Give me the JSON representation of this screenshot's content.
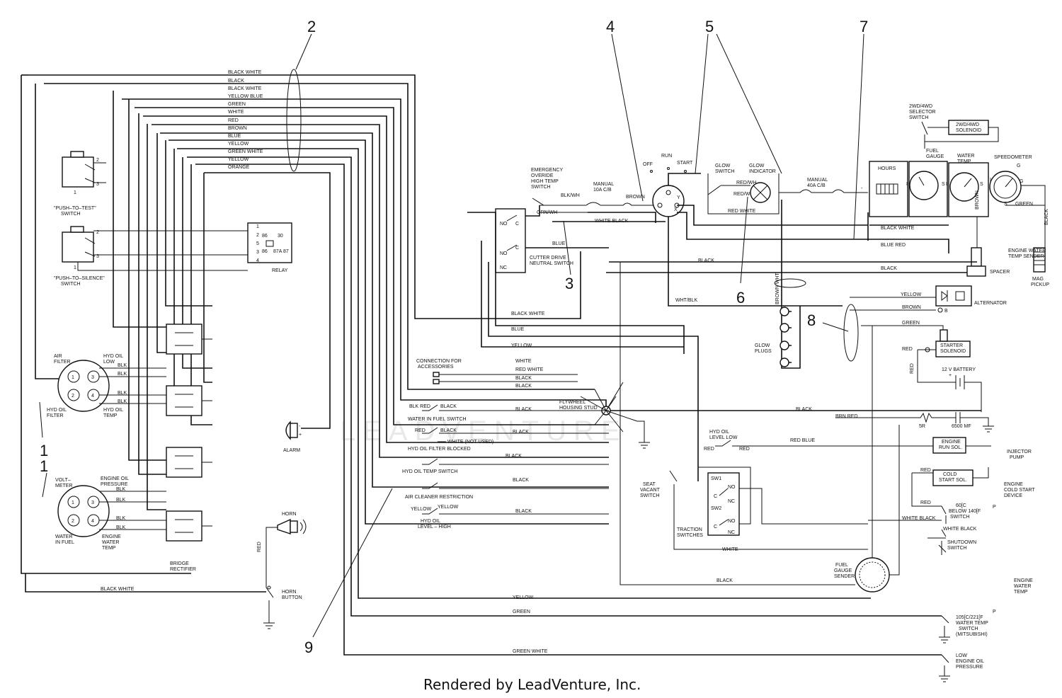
{
  "footer": "Rendered by LeadVenture, Inc.",
  "watermark": "LEADVENTURE",
  "callouts": [
    "1",
    "1",
    "2",
    "3",
    "4",
    "5",
    "6",
    "7",
    "8",
    "9"
  ],
  "harness_wires": [
    "BLACK WHITE",
    "BLACK",
    "BLACK WHITE",
    "YELLOW BLUE",
    "GREEN",
    "WHITE",
    "RED",
    "BROWN",
    "BLUE",
    "YELLOW",
    "GREEN WHITE",
    "YELLOW",
    "ORANGE"
  ],
  "components": {
    "push_to_test": [
      "\"PUSH–TO–TEST\"",
      "SWITCH"
    ],
    "push_to_silence": [
      "\"PUSH–TO–SILENCE\"",
      "SWITCH"
    ],
    "relay": "RELAY",
    "relay_pins": [
      "1",
      "2",
      "5",
      "3",
      "4",
      "86",
      "30",
      "86",
      "87A",
      "87"
    ],
    "air_filter": [
      "AIR",
      "FILTER"
    ],
    "hyd_oil_low": [
      "HYD OIL",
      "LOW"
    ],
    "hyd_oil_temp": [
      "HYD OIL",
      "TEMP"
    ],
    "hyd_oil_filter": [
      "HYD OIL",
      "FILTER"
    ],
    "voltmeter": [
      "VOLT–",
      "METER"
    ],
    "engine_oil_pressure": [
      "ENGINE OIL",
      "PRESSURE"
    ],
    "water_in_fuel": [
      "WATER",
      "IN FUEL"
    ],
    "engine_water_temp_left": [
      "ENGINE",
      "WATER",
      "TEMP"
    ],
    "bridge_rectifier": [
      "BRIDGE",
      "RECTIFIER"
    ],
    "alarm": "ALARM",
    "horn": "HORN",
    "horn_button": [
      "HORN",
      "BUTTON"
    ],
    "emergency": [
      "EMERGENCY",
      "OVERIDE",
      "HIGH TEMP",
      "SWITCH"
    ],
    "manual_10a": [
      "MANUAL",
      "10A C/B"
    ],
    "key_positions": [
      "OFF",
      "RUN",
      "START"
    ],
    "glow_switch": [
      "GLOW",
      "SWITCH"
    ],
    "glow_indicator": [
      "GLOW",
      "INDICATOR"
    ],
    "manual_40a": [
      "MANUAL",
      "40A C/B"
    ],
    "cutter_drive": [
      "CUTTER DRIVE",
      "NEUTRAL SWITCH"
    ],
    "connection_accessories": [
      "CONNECTION FOR",
      "ACCESSORIES"
    ],
    "flywheel": [
      "FLYWHEEL",
      "HOUSING STUD"
    ],
    "water_in_fuel_switch": "WATER IN FUEL SWITCH",
    "hyd_oil_filter_blocked": "HYD OIL FILTER BLOCKED",
    "white_not_used": "WHITE (NOT USED)",
    "hyd_oil_temp_switch": "HYD OIL TEMP SWITCH",
    "air_cleaner": "AIR CLEANER RESTRICTION",
    "hyd_oil_level_high": [
      "HYD OIL",
      "LEVEL – HIGH"
    ],
    "hyd_oil_level_low": [
      "HYD OIL",
      "LEVEL LOW"
    ],
    "seat_vacant": [
      "SEAT",
      "VACANT",
      "SWITCH"
    ],
    "traction": [
      "TRACTION",
      "SWITCHES"
    ],
    "sw_labels": [
      "SW1",
      "SW2"
    ],
    "glow_plugs": [
      "GLOW",
      "PLUGS"
    ],
    "fuel_gauge_sender": [
      "FUEL",
      "GAUGE",
      "SENDER"
    ],
    "selector": [
      "2WD/4WD",
      "SELECTOR",
      "SWITCH"
    ],
    "solenoid": [
      "2WD/4WD",
      "SOLENOID"
    ],
    "hours": "HOURS",
    "fuel_gauge": [
      "FUEL",
      "GAUGE"
    ],
    "water_temp": [
      "WATER",
      "TEMP"
    ],
    "speedometer": "SPEEDOMETER",
    "engine_water_temp_sender": [
      "ENGINE WATER",
      "TEMP SENDER"
    ],
    "spacer": "SPACER",
    "mag_pickup": [
      "MAG",
      "PICKUP"
    ],
    "alternator": "ALTERNATOR",
    "starter_solenoid": [
      "STARTER",
      "SOLENOID"
    ],
    "battery": "12 V BATTERY",
    "resistor": "5R",
    "capacitor": "6500 MF",
    "engine_run_sol": [
      "ENGINE",
      "RUN SOL."
    ],
    "cold_start_sol": [
      "COLD",
      "START SOL."
    ],
    "injector_pump": [
      "INJECTOR",
      "PUMP"
    ],
    "engine_cold_start": [
      "ENGINE",
      "COLD START",
      "DEVICE"
    ],
    "switch_60c": [
      "60[C",
      "BELOW 140[F",
      "SWITCH"
    ],
    "shutdown": [
      "SHUTDOWN",
      "SWITCH"
    ],
    "engine_water_temp_right": [
      "ENGINE",
      "WATER",
      "TEMP"
    ],
    "water_temp_switch": [
      "105[C/221[F",
      "WATER TEMP",
      "SWITCH",
      "(MITSUBISHI)"
    ],
    "low_oil_pressure": [
      "LOW",
      "ENGINE OIL",
      "PRESSURE"
    ]
  },
  "wire_labels": {
    "blk": "BLK",
    "blk_wh": "BLK/WH",
    "grn_wh": "GRN/WH",
    "brown": "BROWN",
    "white_black": "WHITE BLACK",
    "blue": "BLUE",
    "black_white": "BLACK WHITE",
    "yellow": "YELLOW",
    "white": "WHITE",
    "red_white": "RED WHITE",
    "black": "BLACK",
    "red": "RED",
    "red_wh": "RED/WH",
    "wht_blk": "WHT/BLK",
    "brown_wht": "BROWN WHT",
    "blue_red": "BLUE RED",
    "green": "GREEN",
    "brn_red": "BRN RED",
    "red_blue": "RED BLUE",
    "blk_red": "BLK RED",
    "green_white": "GREEN WHITE",
    "no": "NO",
    "nc": "NC",
    "c": "C",
    "p": "P",
    "s": "S",
    "i": "I",
    "g": "G",
    "b": "B",
    "x": "X",
    "y": "Y"
  }
}
